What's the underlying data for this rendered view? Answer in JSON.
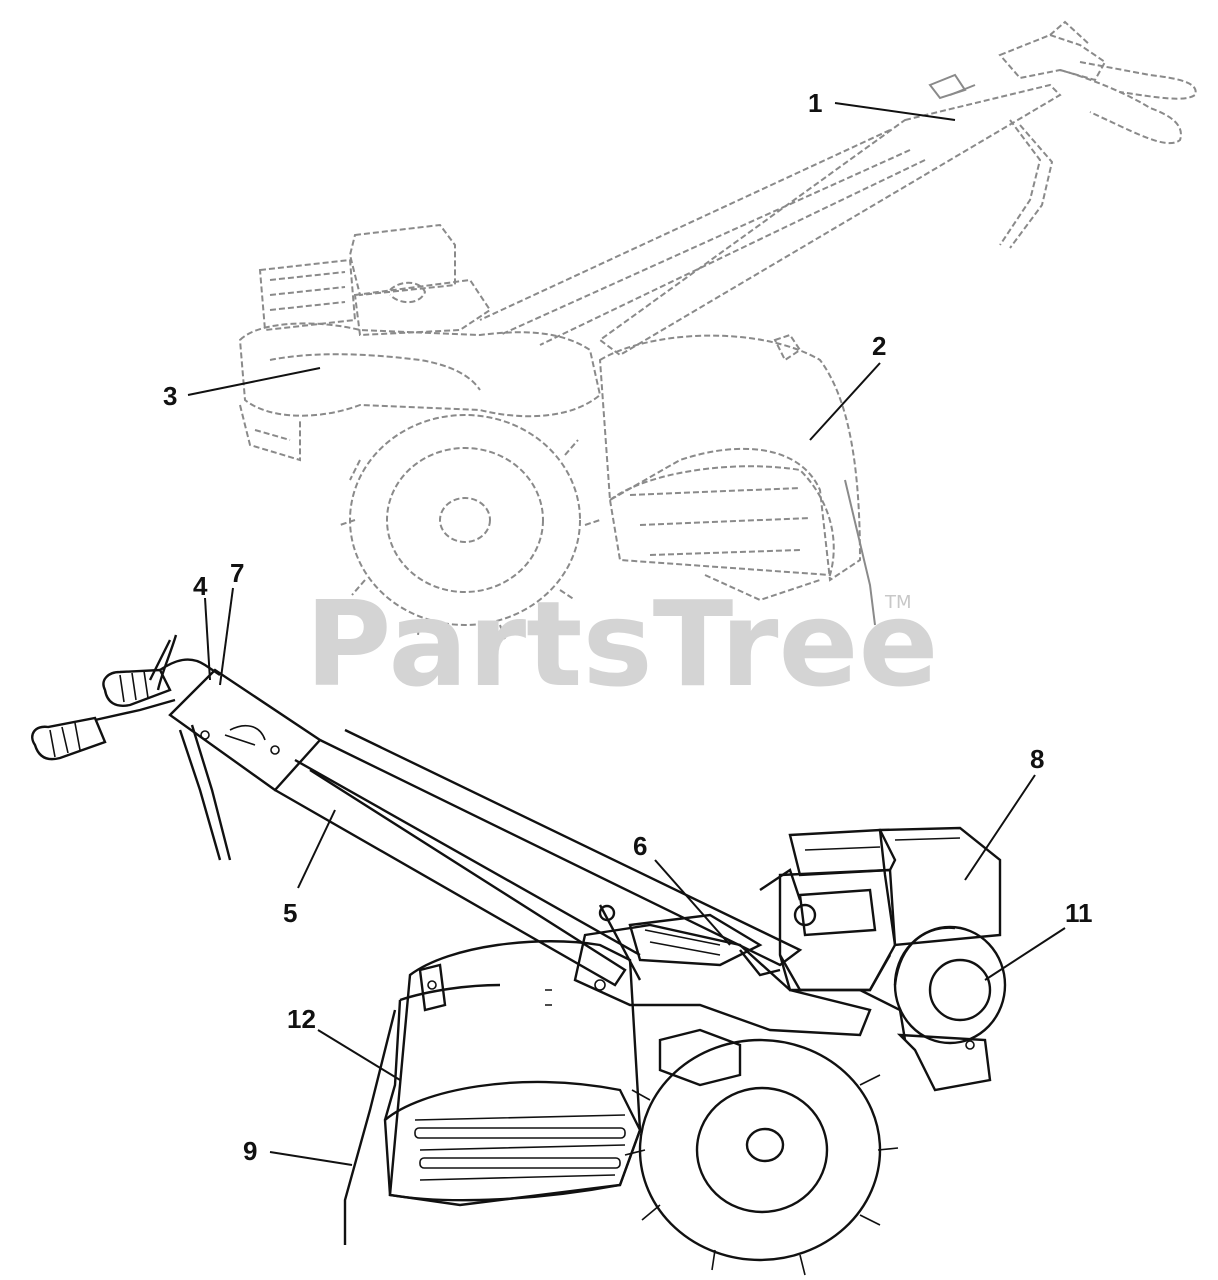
{
  "watermark": {
    "text": "PartsTree",
    "tm": "TM"
  },
  "callouts": [
    {
      "id": "c1",
      "label": "1"
    },
    {
      "id": "c2",
      "label": "2"
    },
    {
      "id": "c3",
      "label": "3"
    },
    {
      "id": "c4",
      "label": "4"
    },
    {
      "id": "c5",
      "label": "5"
    },
    {
      "id": "c6",
      "label": "6"
    },
    {
      "id": "c7",
      "label": "7"
    },
    {
      "id": "c8",
      "label": "8"
    },
    {
      "id": "c9",
      "label": "9"
    },
    {
      "id": "c11",
      "label": "11"
    },
    {
      "id": "c12",
      "label": "12"
    }
  ],
  "colors": {
    "ink": "#111111",
    "faded": "#8a8a8a",
    "watermark": "#d4d4d4"
  }
}
